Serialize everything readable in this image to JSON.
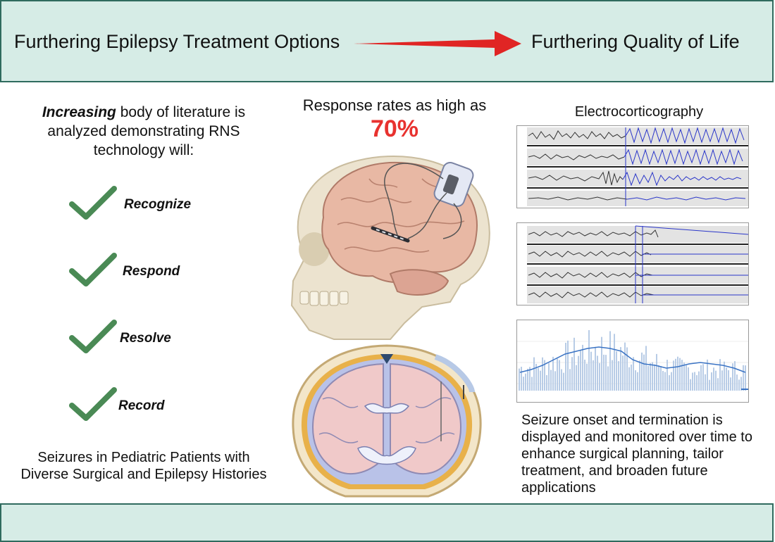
{
  "header": {
    "left_text": "Furthering Epilepsy Treatment Options",
    "right_text": "Furthering Quality of Life",
    "arrow_color": "#e02524",
    "banner_fill": "#d6ece6",
    "banner_border": "#2f6b5e"
  },
  "literature": {
    "emphasis": "Increasing",
    "text": " body of literature is analyzed demonstrating RNS technology will:"
  },
  "checklist": [
    {
      "label": "Recognize",
      "icon": "check-icon"
    },
    {
      "label": "Respond",
      "icon": "check-icon"
    },
    {
      "label": "Resolve",
      "icon": "check-icon"
    },
    {
      "label": "Record",
      "icon": "check-icon"
    }
  ],
  "check_color": "#4a8a55",
  "seizure_caption": "Seizures in Pediatric Patients with Diverse Surgical and Epilepsy Histories",
  "response": {
    "text": "Response rates as high as",
    "value": "70%",
    "value_color": "#e8322f"
  },
  "ecog": {
    "title": "Electrocorticography"
  },
  "bottom_caption": "Seizure onset and termination is displayed and monitored over time to enhance surgical planning, tailor treatment, and broaden future applications"
}
